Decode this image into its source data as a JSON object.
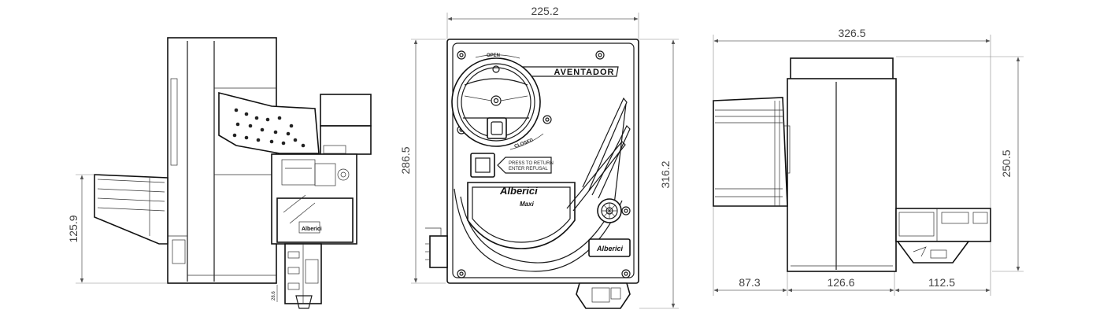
{
  "dimensions": {
    "front_width": "225.2",
    "front_height": "286.5",
    "front_total_height": "316.2",
    "side_height": "125.9",
    "side_small": "28.6",
    "top_width": "326.5",
    "top_height": "250.5",
    "top_seg1": "87.3",
    "top_seg2": "126.6",
    "top_seg3": "112.5"
  },
  "labels": {
    "model_name": "AVENTADOR",
    "open_label": "OPEN",
    "closed_label": "CLOSED",
    "brand": "Alberici",
    "sub_brand": "Maxi",
    "brand_badge": "Alberici",
    "instruction_line1": "PRESS TO RETURN",
    "instruction_line2": "ENTER REFUSAL"
  }
}
